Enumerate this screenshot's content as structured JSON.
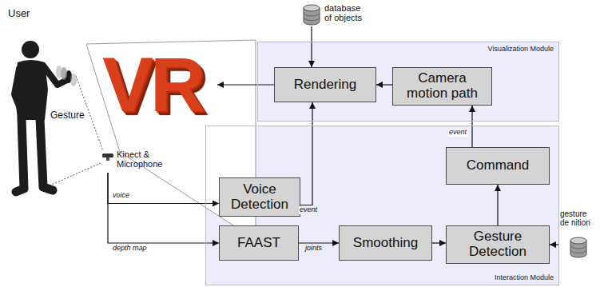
{
  "diagram": {
    "nodes": [
      {
        "text": [
          "database of objects"
        ]
      },
      {
        "text": [
          "VR"
        ]
      },
      {
        "text": [
          "Visualization Module"
        ]
      },
      {
        "text": [
          "Rendering"
        ],
        "in": 2
      },
      {
        "text": [
          "Camera motion path"
        ],
        "in": 2
      },
      {
        "text": [
          "Kinect & Microphone"
        ]
      },
      {
        "text": [
          "Interaction Module"
        ]
      },
      {
        "text": [
          "Command"
        ],
        "in": 6
      },
      {
        "text": [
          "Voice Detection"
        ],
        "in": 6
      },
      {
        "text": [
          "FAAST"
        ],
        "in": 6
      },
      {
        "text": [
          "Smoothing"
        ],
        "in": 6
      },
      {
        "text": [
          "Gesture Detection"
        ],
        "in": 6
      },
      {
        "text": [
          "gesture de nition"
        ]
      }
    ],
    "edges": [
      {
        "from": 0,
        "to": 3,
        "arrow": "to"
      },
      {
        "from": 4,
        "to": 3,
        "arrow": "to"
      },
      {
        "from": 3,
        "to": 1,
        "arrow": "to"
      },
      {
        "from": 8,
        "to": 3,
        "label": "event",
        "arrow": "to"
      },
      {
        "from": 5,
        "to": 8,
        "label": "voice",
        "arrow": "to"
      },
      {
        "from": 5,
        "to": 9,
        "label": "depth map",
        "arrow": "to"
      },
      {
        "from": 9,
        "to": 10,
        "label": "joints",
        "arrow": "to"
      },
      {
        "from": 10,
        "to": 11,
        "arrow": "to"
      },
      {
        "from": 11,
        "to": 7,
        "arrow": "to"
      },
      {
        "from": 7,
        "to": 4,
        "label": "event",
        "arrow": "to"
      },
      {
        "from": 12,
        "to": 11,
        "arrow": "to"
      }
    ],
    "labels": [
      "User",
      "Gesture"
    ]
  }
}
